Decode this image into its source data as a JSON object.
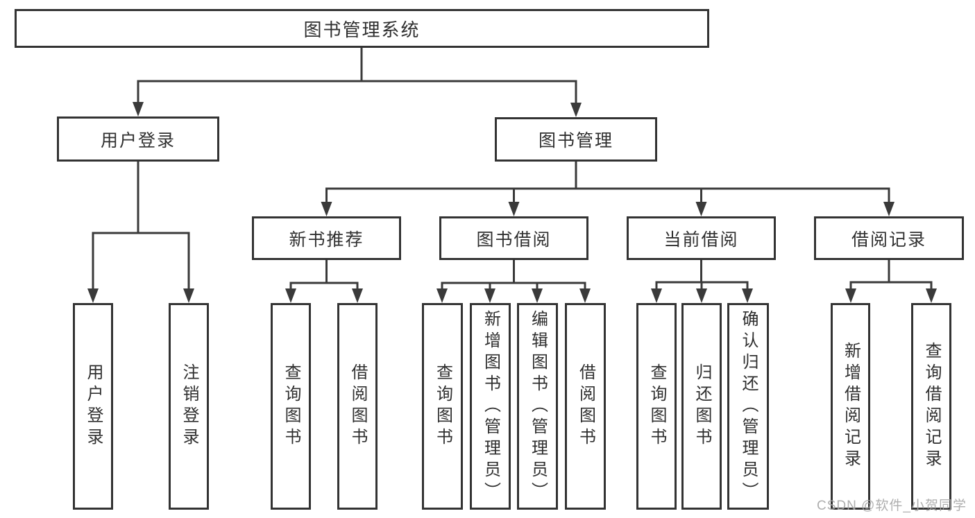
{
  "colors": {
    "line": "#3a3a3a",
    "box_border": "#333333",
    "text": "#2f2f2f",
    "background": "#ffffff",
    "watermark": "#a6a6a6"
  },
  "watermark": {
    "text": "CSDN @软件_小贺同学"
  },
  "tree": {
    "label": "图书管理系统",
    "children": [
      {
        "label": "用户登录",
        "children": [
          {
            "label": "用户登录"
          },
          {
            "label": "注销登录"
          }
        ]
      },
      {
        "label": "图书管理",
        "children": [
          {
            "label": "新书推荐",
            "children": [
              {
                "label": "查询图书"
              },
              {
                "label": "借阅图书"
              }
            ]
          },
          {
            "label": "图书借阅",
            "children": [
              {
                "label": "查询图书"
              },
              {
                "label": "新增图书（管理员）"
              },
              {
                "label": "编辑图书（管理员）"
              },
              {
                "label": "借阅图书"
              }
            ]
          },
          {
            "label": "当前借阅",
            "children": [
              {
                "label": "查询图书"
              },
              {
                "label": "归还图书"
              },
              {
                "label": "确认归还（管理员）"
              }
            ]
          },
          {
            "label": "借阅记录",
            "children": [
              {
                "label": "新增借阅记录"
              },
              {
                "label": "查询借阅记录"
              }
            ]
          }
        ]
      }
    ]
  }
}
